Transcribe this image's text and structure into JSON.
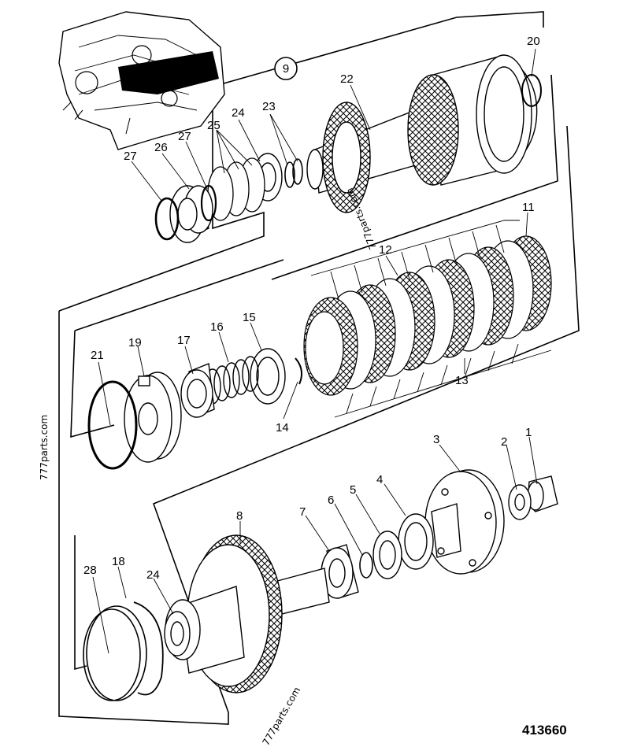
{
  "drawing_number": "413660",
  "group_badge": "9",
  "watermark": "777parts.com",
  "callouts": {
    "c1": "1",
    "c2": "2",
    "c3": "3",
    "c4": "4",
    "c5": "5",
    "c6": "6",
    "c7": "7",
    "c8": "8",
    "c9": "9",
    "c11": "11",
    "c12": "12",
    "c13": "13",
    "c14": "14",
    "c15": "15",
    "c16": "16",
    "c17": "17",
    "c18": "18",
    "c19": "19",
    "c20": "20",
    "c21": "21",
    "c22": "22",
    "c23": "23",
    "c24a": "24",
    "c24b": "24",
    "c25": "25",
    "c26": "26",
    "c27a": "27",
    "c27b": "27",
    "c28": "28"
  },
  "colors": {
    "ink": "#000000",
    "paper": "#ffffff"
  }
}
